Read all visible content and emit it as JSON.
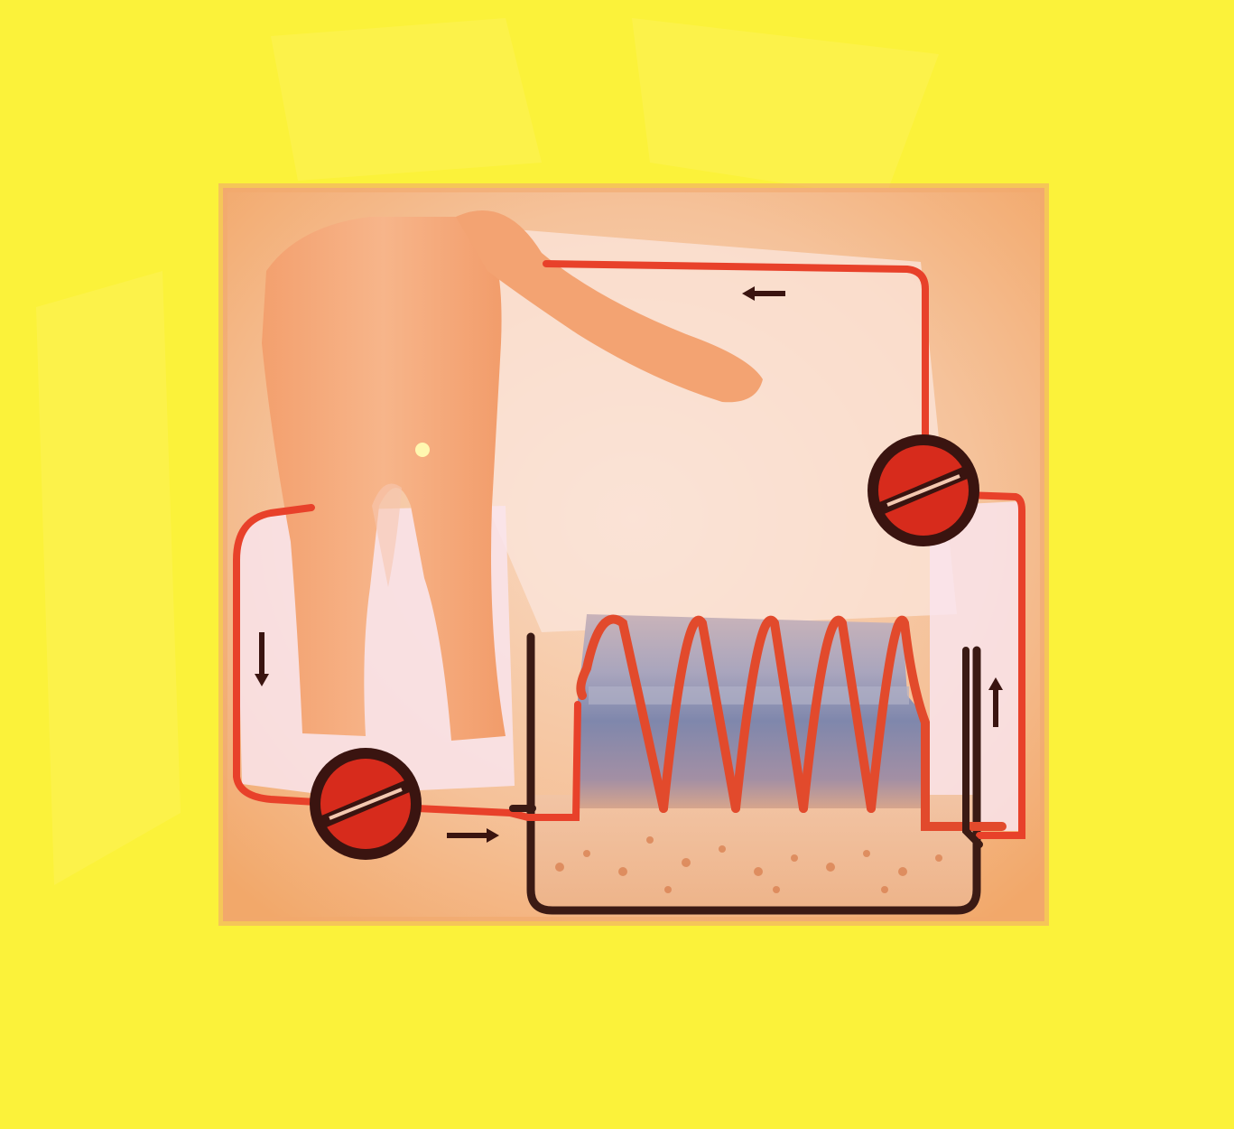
{
  "diagram": {
    "components": [
      {
        "id": "figure",
        "icon": "legs-figure-icon"
      },
      {
        "id": "pump-top-right",
        "icon": "pump-icon"
      },
      {
        "id": "pump-bottom-left",
        "icon": "pump-icon"
      },
      {
        "id": "heat-exchanger-coil",
        "icon": "coil-icon"
      },
      {
        "id": "tank",
        "icon": "tank-icon"
      }
    ],
    "arrows": [
      {
        "id": "arrow-top",
        "direction": "left"
      },
      {
        "id": "arrow-left",
        "direction": "down"
      },
      {
        "id": "arrow-bottom",
        "direction": "right"
      },
      {
        "id": "arrow-right",
        "direction": "up"
      }
    ],
    "colors": {
      "background": "#fbf23a",
      "panel": "#f6b673",
      "pipe": "#e8412a",
      "pump": "#d72b1c",
      "pump_ring": "#3a1410",
      "tank_wall": "#3b1a14",
      "coil_block": "#8d8fa9"
    }
  }
}
